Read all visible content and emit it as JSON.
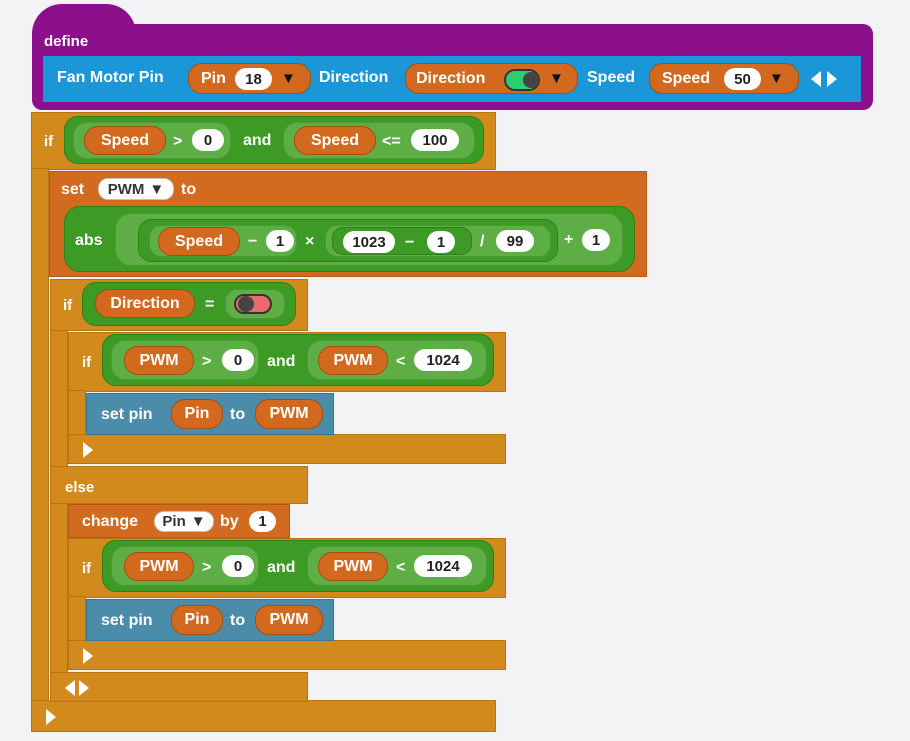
{
  "define_block": {
    "label": "define",
    "proc_name": "Fan Motor Pin",
    "param_pin": {
      "name": "Pin",
      "value": "18"
    },
    "label_direction": "Direction",
    "param_direction": {
      "name": "Direction",
      "toggle_color": "#2ecc71"
    },
    "label_speed": "Speed",
    "param_speed": {
      "name": "Speed",
      "value": "50"
    }
  },
  "if1": {
    "label": "if",
    "left": {
      "var": "Speed",
      "op": ">",
      "value": "0"
    },
    "and": "and",
    "right": {
      "var": "Speed",
      "op": "<=",
      "value": "100"
    }
  },
  "set_pwm": {
    "label": "set",
    "variable": "PWM",
    "to": "to",
    "abs": "abs",
    "speed_var": "Speed",
    "minus1": "−",
    "one_a": "1",
    "times": "×",
    "n1023": "1023",
    "minus2": "−",
    "one_b": "1",
    "divide": "/",
    "n99": "99",
    "plus": "+",
    "one_c": "1"
  },
  "if_direction": {
    "label": "if",
    "var": "Direction",
    "op": "=",
    "toggle_color": "#e86a6a"
  },
  "if_pwm_a": {
    "label": "if",
    "left": {
      "var": "PWM",
      "op": ">",
      "value": "0"
    },
    "and": "and",
    "right": {
      "var": "PWM",
      "op": "<",
      "value": "1024"
    }
  },
  "set_pin_a": {
    "label": "set pin",
    "pin": "Pin",
    "to": "to",
    "value": "PWM"
  },
  "else_label": "else",
  "change": {
    "label": "change",
    "variable": "Pin",
    "by": "by",
    "value": "1"
  },
  "if_pwm_b": {
    "label": "if",
    "left": {
      "var": "PWM",
      "op": ">",
      "value": "0"
    },
    "and": "and",
    "right": {
      "var": "PWM",
      "op": "<",
      "value": "1024"
    }
  },
  "set_pin_b": {
    "label": "set pin",
    "pin": "Pin",
    "to": "to",
    "value": "PWM"
  }
}
